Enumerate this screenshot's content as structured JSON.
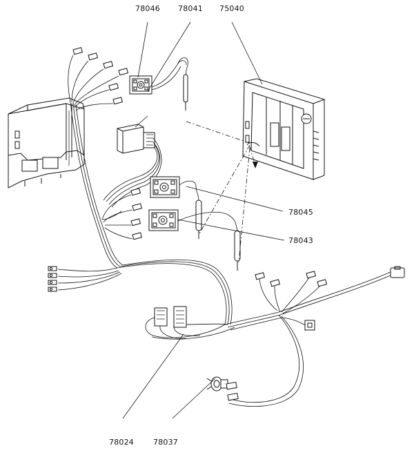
{
  "labels": {
    "p78046": "78046",
    "p78041": "78041",
    "p75040": "75040",
    "p78045": "78045",
    "p78043": "78043",
    "p78024": "78024",
    "p78037": "78037"
  }
}
